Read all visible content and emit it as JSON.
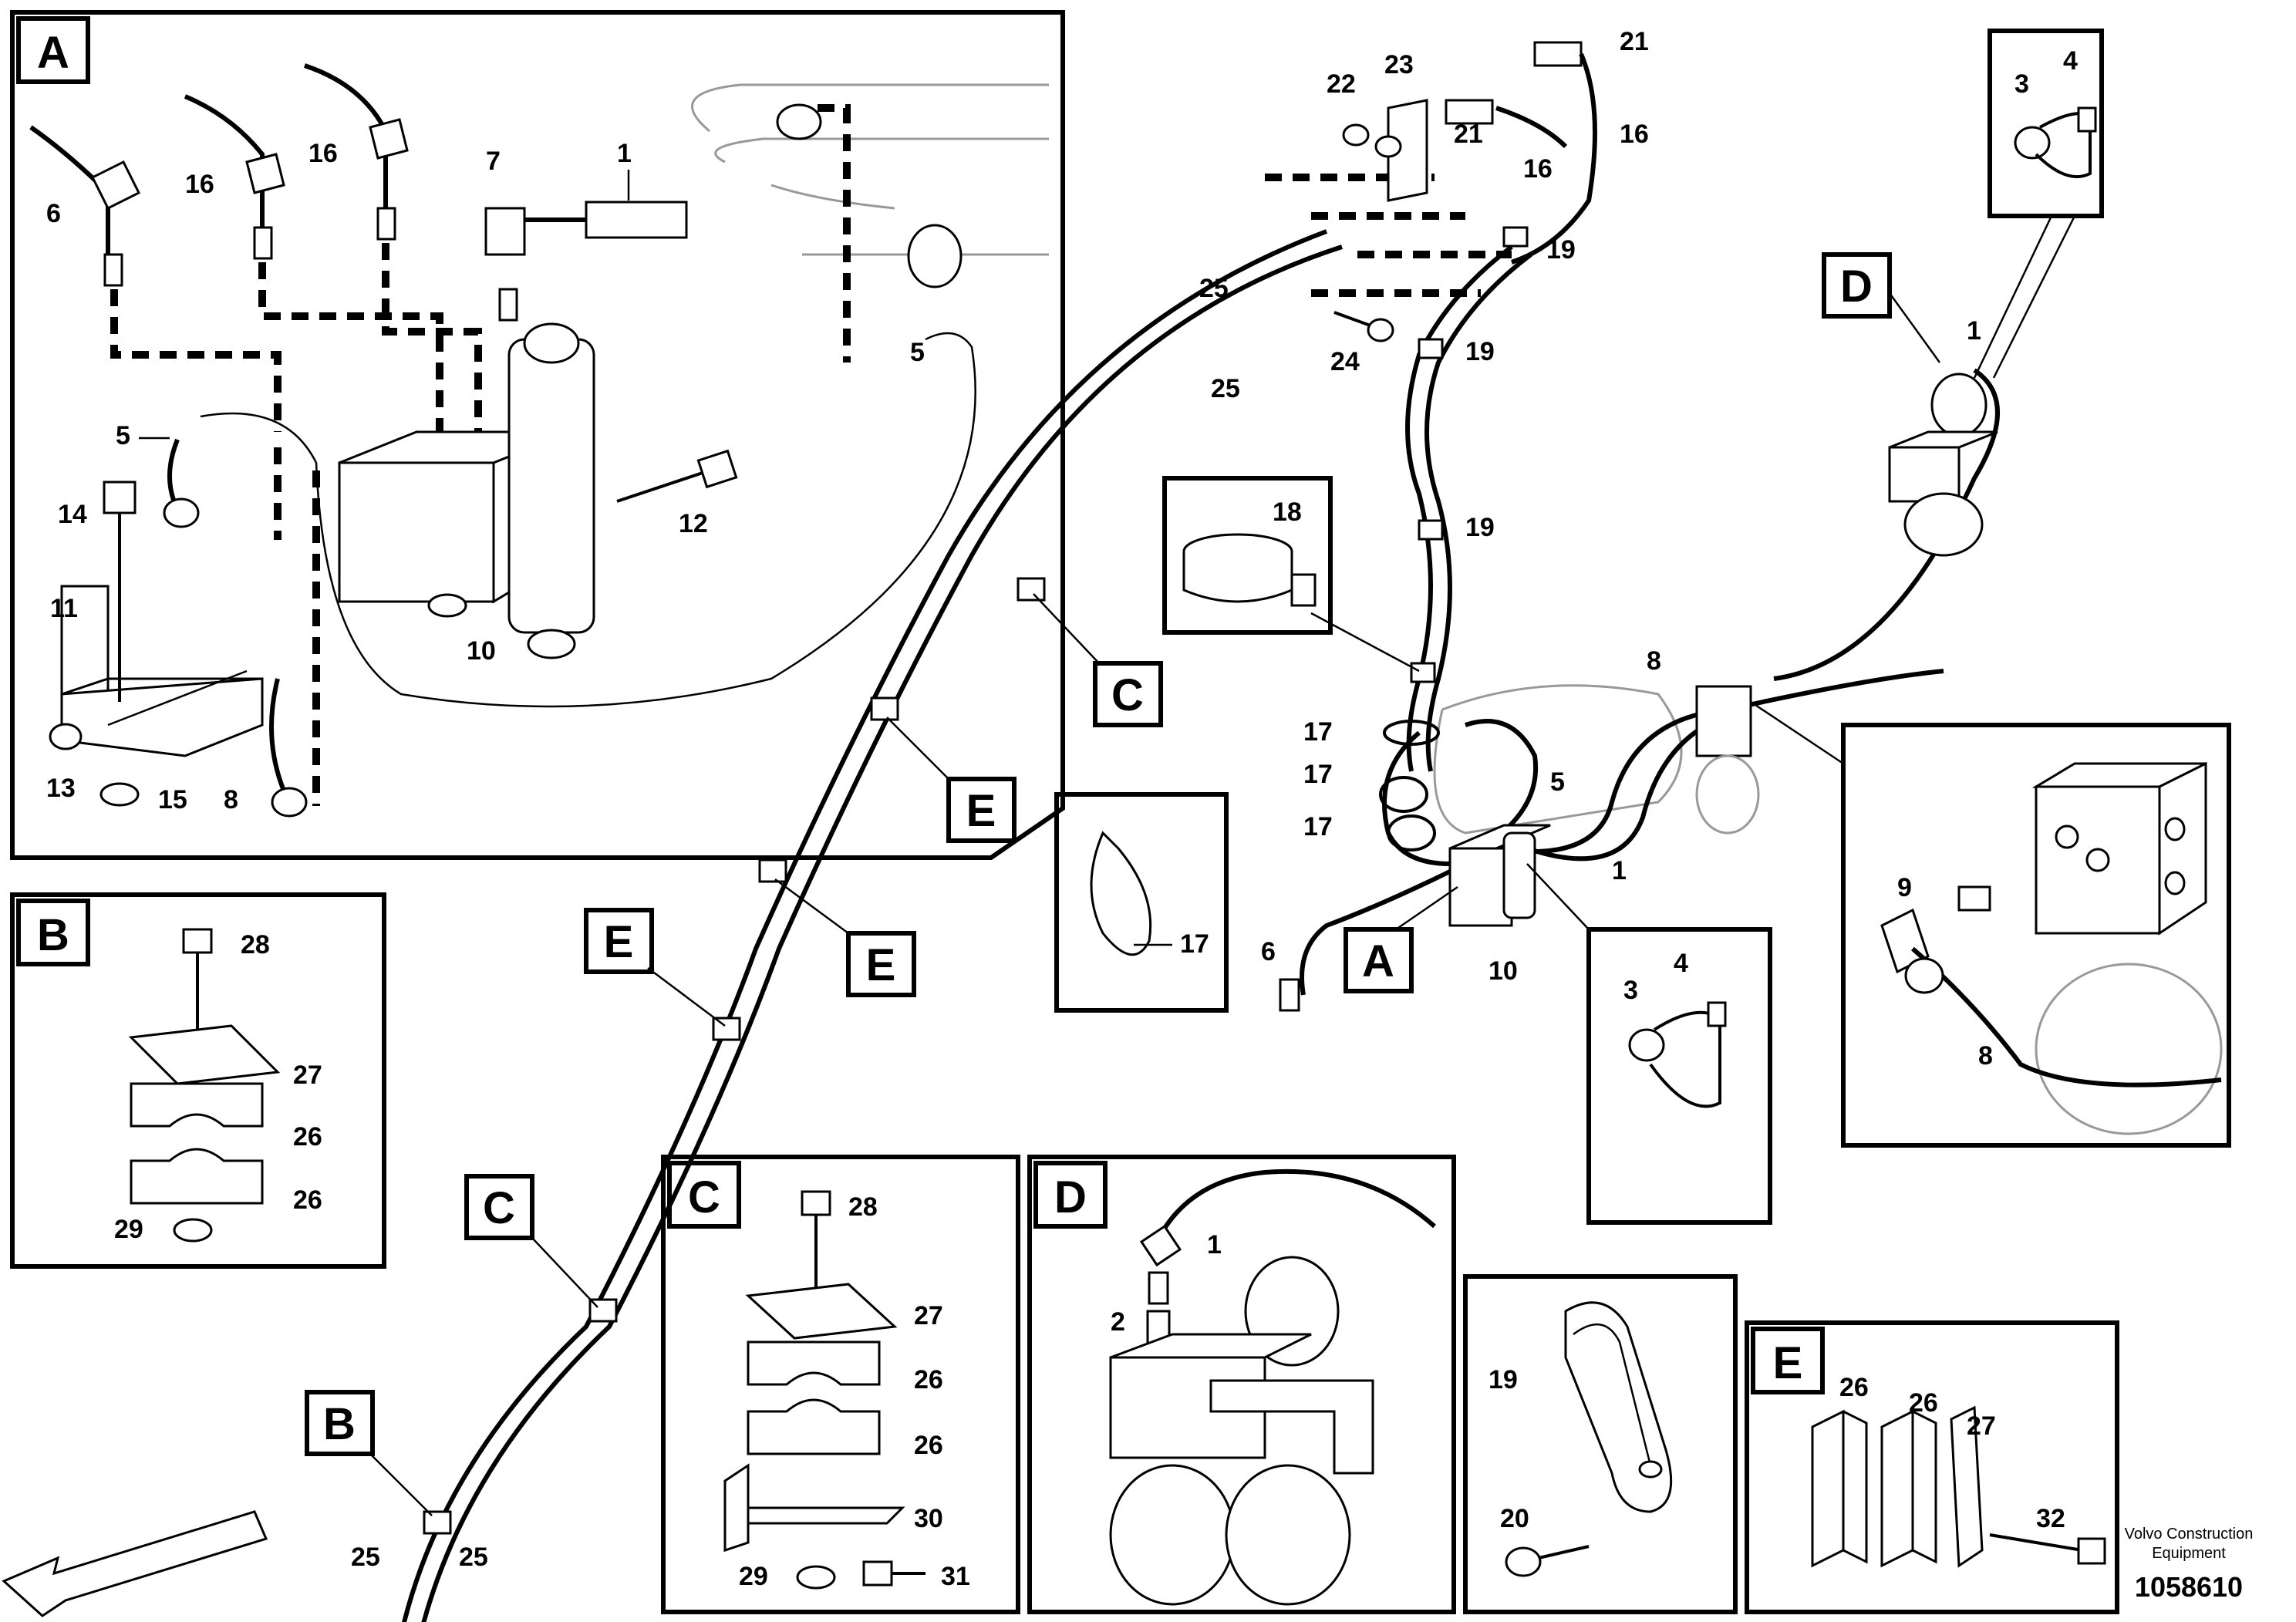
{
  "sections": {
    "a": "A",
    "b": "B",
    "c": "C",
    "d": "D",
    "e": "E"
  },
  "labels": {
    "n1": "1",
    "n2": "2",
    "n3": "3",
    "n4": "4",
    "n5": "5",
    "n6": "6",
    "n7": "7",
    "n8": "8",
    "n9": "9",
    "n10": "10",
    "n11": "11",
    "n12": "12",
    "n13": "13",
    "n14": "14",
    "n15": "15",
    "n16": "16",
    "n17": "17",
    "n18": "18",
    "n19": "19",
    "n20": "20",
    "n21": "21",
    "n22": "22",
    "n23": "23",
    "n24": "24",
    "n25": "25",
    "n26": "26",
    "n27": "27",
    "n28": "28",
    "n29": "29",
    "n30": "30",
    "n31": "31",
    "n32": "32"
  },
  "footer": {
    "publisher_line1": "Volvo Construction",
    "publisher_line2": "Equipment",
    "drawing_number": "1058610"
  }
}
